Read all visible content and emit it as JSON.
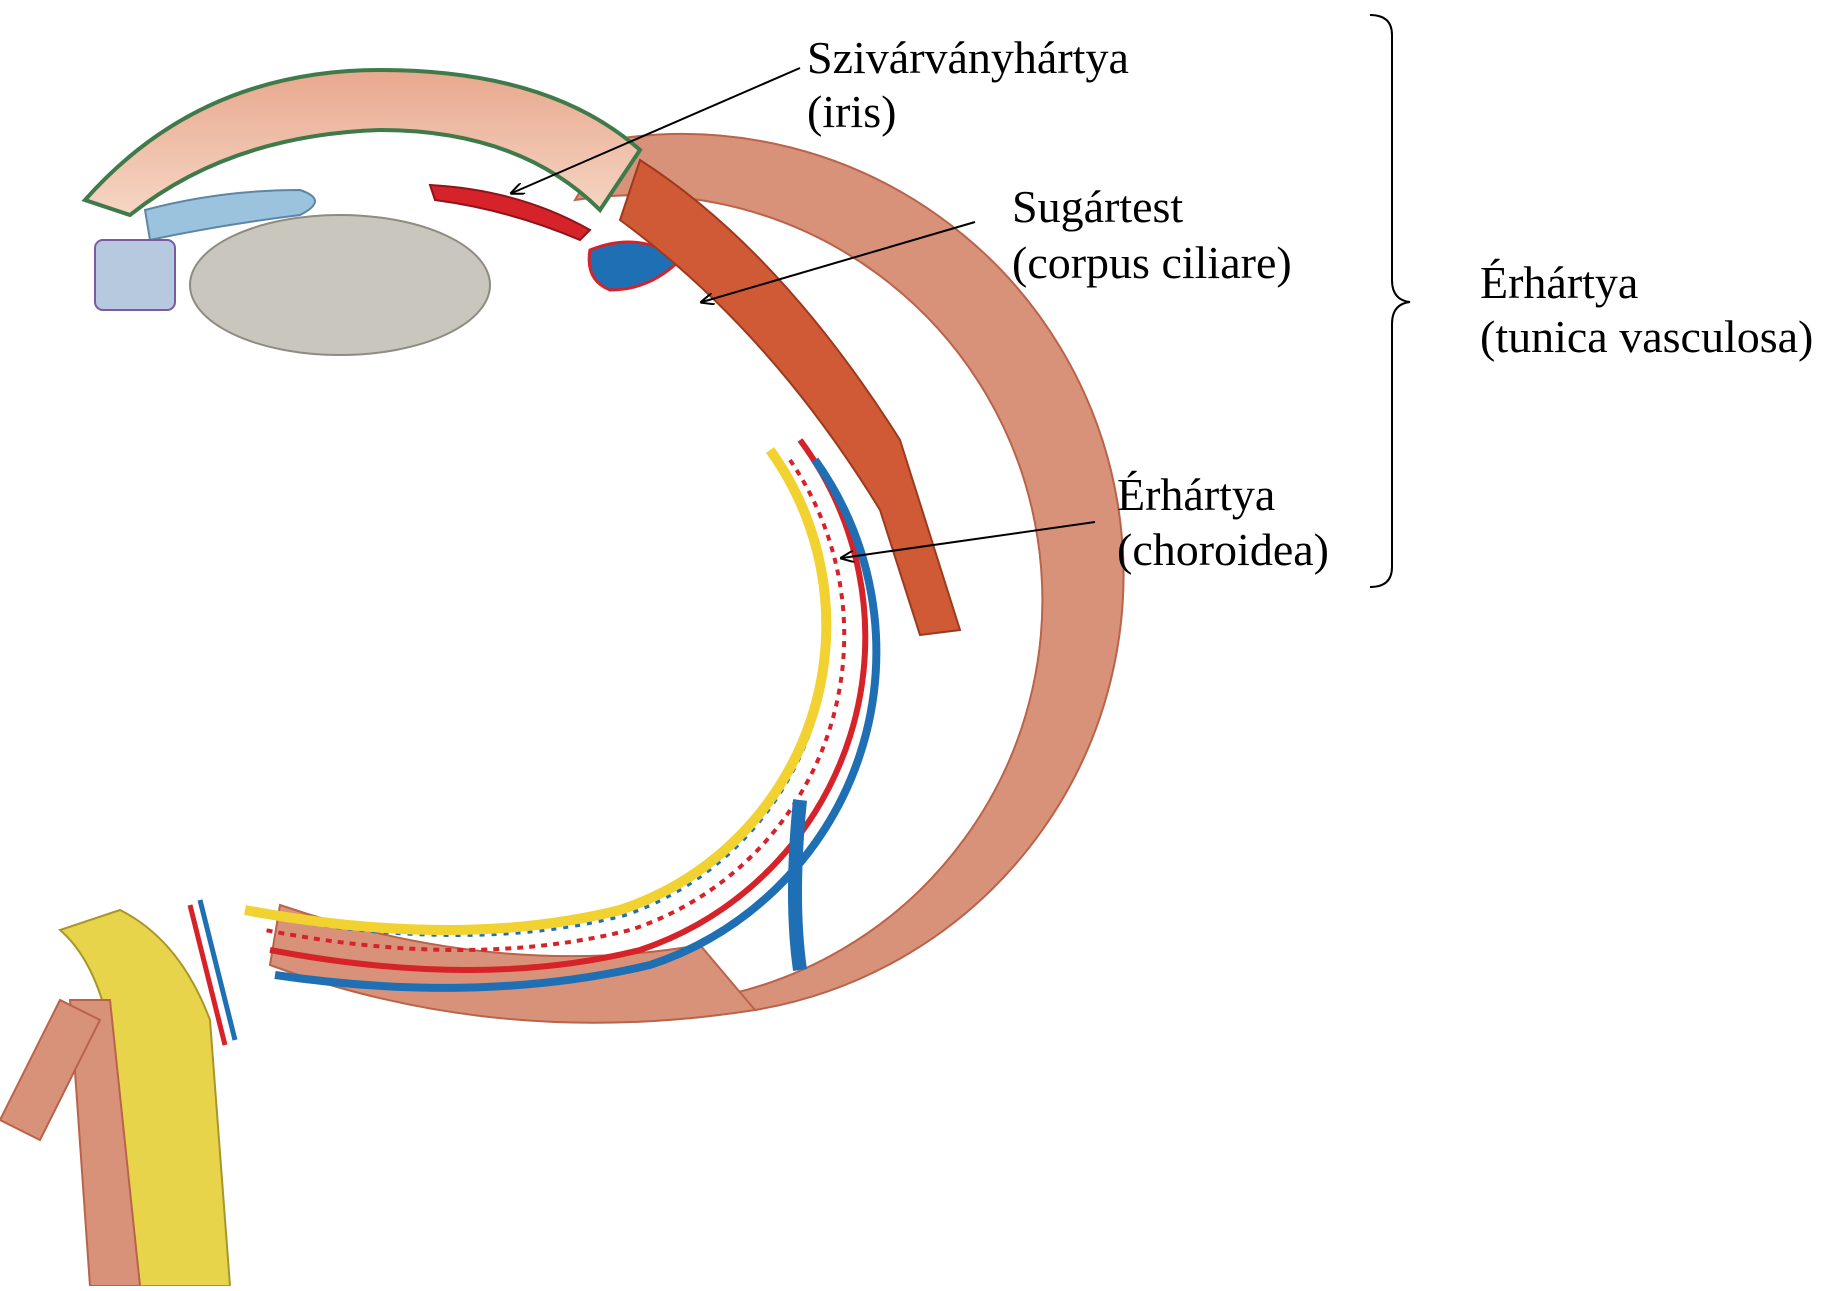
{
  "labels": {
    "iris": {
      "line1": "Szivárványhártya",
      "line2": "(iris)"
    },
    "ciliary": {
      "line1": "Sugártest",
      "line2": "(corpus ciliare)"
    },
    "choroid": {
      "line1": "Érhártya",
      "line2": "(choroidea)"
    },
    "tunica": {
      "line1": "Érhártya",
      "line2": "(tunica vasculosa)"
    }
  },
  "colors": {
    "sclera": "#d9927a",
    "sclera_light": "#f0c8b0",
    "muscle": "#cf5a35",
    "retina_yellow": "#f2d230",
    "artery": "#d6232a",
    "vein": "#1f6fb5",
    "lens": "#c9c7bd",
    "ciliary_blue": "#9cc3dd",
    "nerve_yellow": "#e8d44a"
  }
}
